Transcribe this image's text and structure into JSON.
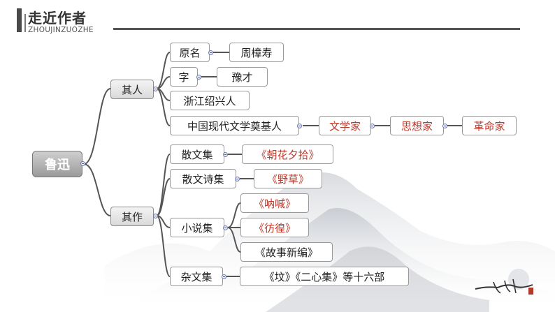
{
  "header": {
    "title": "走近作者",
    "subtitle": "ZHOUJINZUOZHE"
  },
  "mindmap": {
    "root": "鲁迅",
    "branch_qiren": "其人",
    "branch_qizuo": "其作",
    "yuanming": "原名",
    "zhou_zhangshou": "周樟寿",
    "zi": "字",
    "yucai": "豫才",
    "zhejiang": "浙江绍兴人",
    "founder": "中国现代文学奠基人",
    "wenxuejia": "文学家",
    "sixiangjia": "思想家",
    "gemingjia": "革命家",
    "sanwenji": "散文集",
    "zhaohua": "《朝花夕拾》",
    "sanwenshiji": "散文诗集",
    "yecao": "《野草》",
    "xiaoshuoji": "小说集",
    "nahan": "《呐喊》",
    "panghuang": "《彷徨》",
    "gushi": "《故事新编》",
    "zawenji": "杂文集",
    "fen": "《坟》《二心集》等十六部"
  },
  "colors": {
    "highlight_text": "#c0392b",
    "connector": "#555555"
  }
}
